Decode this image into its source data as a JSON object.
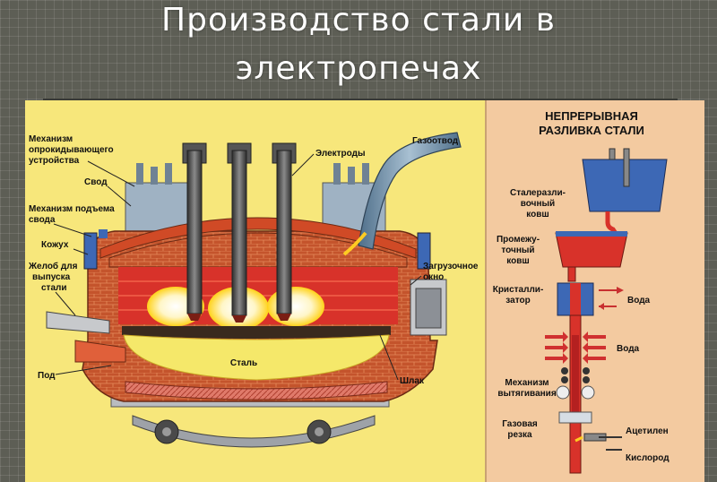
{
  "title": {
    "line1": "Производство стали в",
    "line2": "электропечах"
  },
  "furnace_labels": {
    "tilt_mech_1": "Механизм",
    "tilt_mech_2": "опрокидывающего",
    "tilt_mech_3": "устройства",
    "roof": "Свод",
    "roof_lift_1": "Механизм подъема",
    "roof_lift_2": "свода",
    "casing": "Кожух",
    "tap_1": "Желоб для",
    "tap_2": "выпуска",
    "tap_3": "стали",
    "hearth": "Под",
    "electrodes": "Электроды",
    "gas_outlet": "Газоотвод",
    "load_1": "Загрузочное",
    "load_2": "окно",
    "steel": "Сталь",
    "slag": "Шлак"
  },
  "casting_labels": {
    "header_1": "НЕПРЕРЫВНАЯ",
    "header_2": "РАЗЛИВКА СТАЛИ",
    "ladle_1": "Сталеразли-",
    "ladle_2": "вочный",
    "ladle_3": "ковш",
    "tundish_1": "Промежу-",
    "tundish_2": "точный",
    "tundish_3": "ковш",
    "mold_1": "Кристалли-",
    "mold_2": "затор",
    "water_1": "Вода",
    "water_2": "Вода",
    "withdraw_1": "Механизм",
    "withdraw_2": "вытягивания",
    "cut_1": "Газовая",
    "cut_2": "резка",
    "acetylene": "Ацетилен",
    "oxygen": "Кислород"
  },
  "colors": {
    "panel_bg": "#f7e77b",
    "right_panel_bg": "#f3caa0",
    "brick": "#c0502a",
    "lining": "#d8322a",
    "steel_melt": "#f5e86a",
    "electrode": "#4b4b4b",
    "ladle_blue": "#3d68b5"
  }
}
